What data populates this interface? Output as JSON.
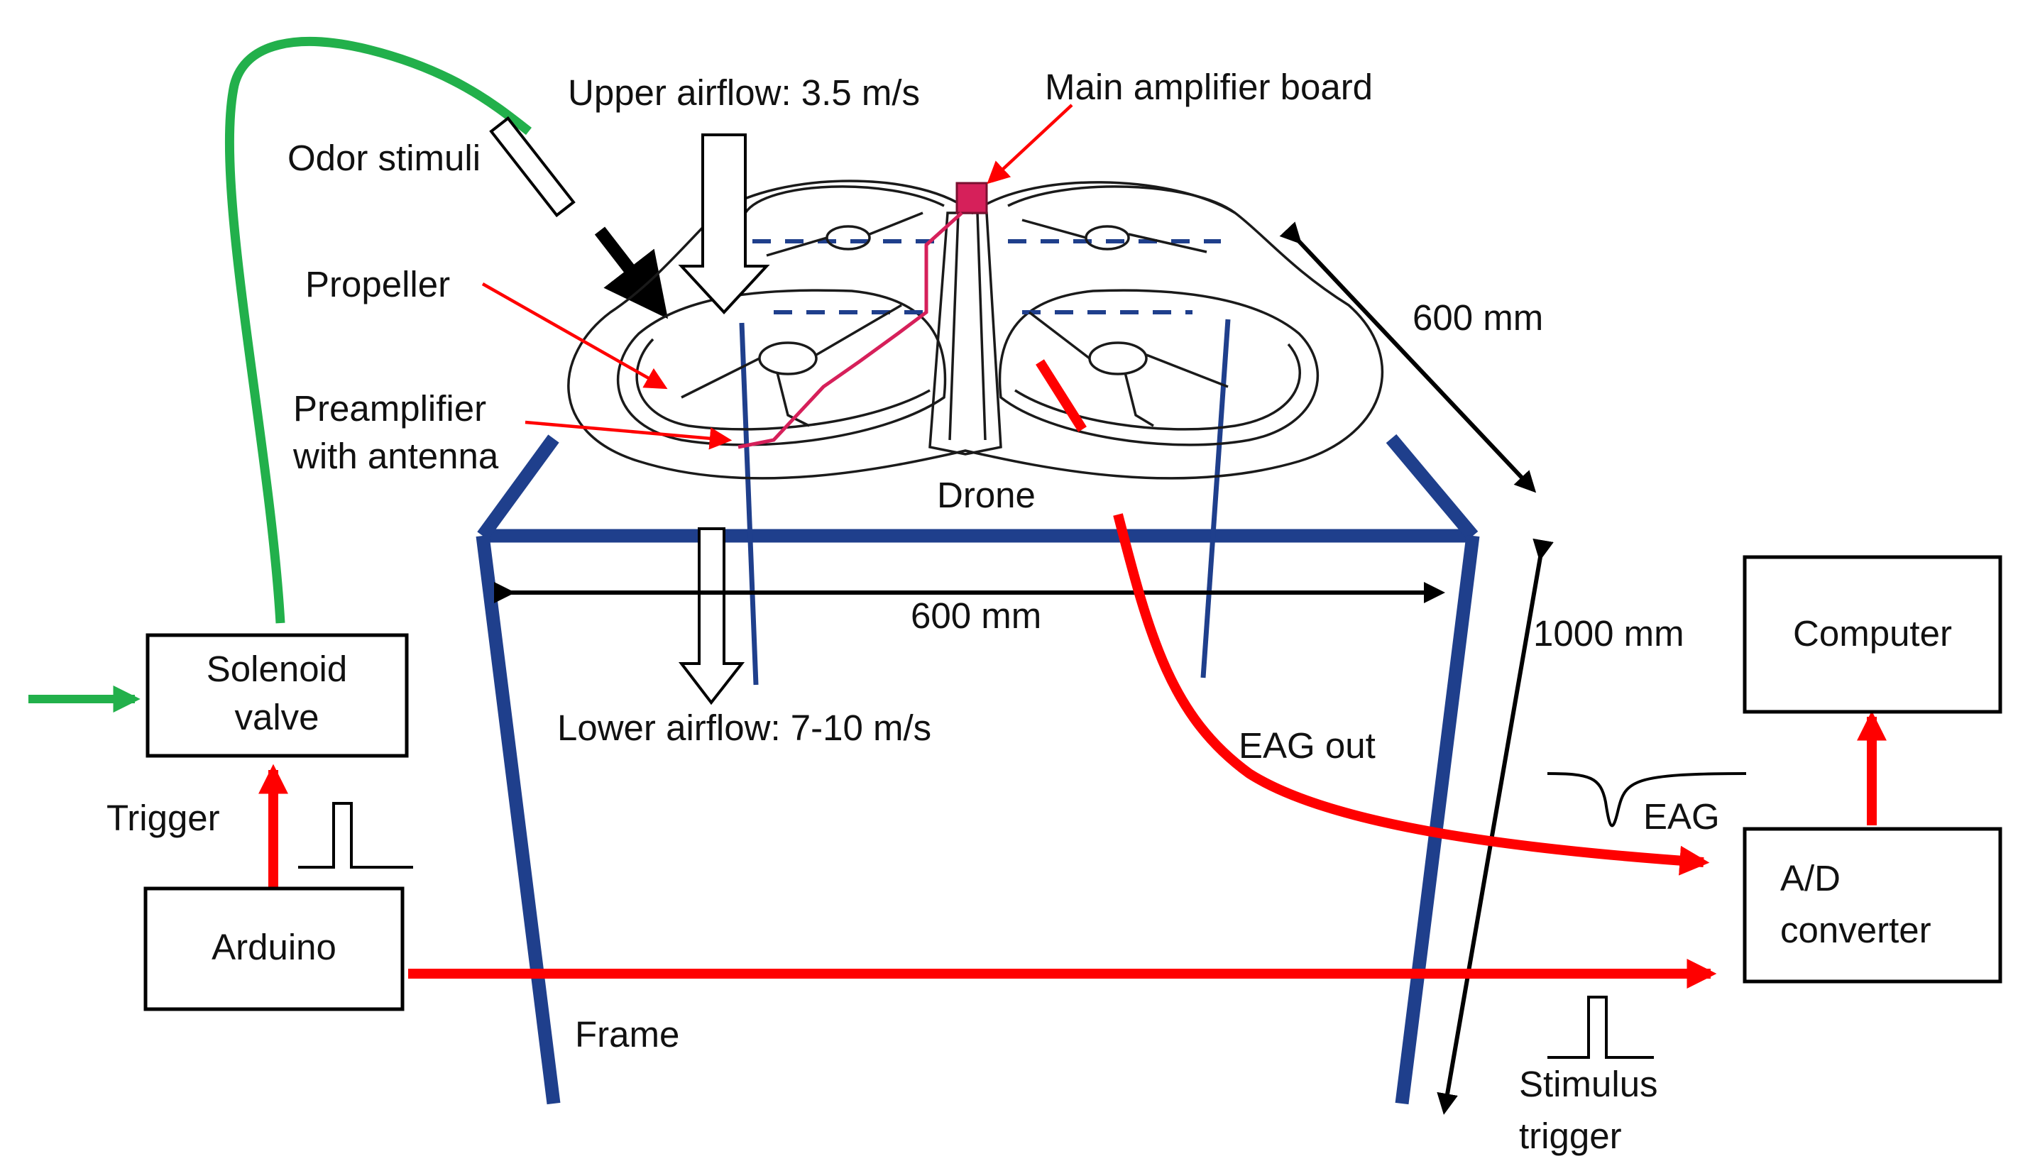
{
  "labels": {
    "upper_airflow": "Upper airflow: 3.5 m/s",
    "main_amplifier": "Main amplifier board",
    "odor_stimuli": "Odor stimuli",
    "propeller": "Propeller",
    "preamp_line1": "Preamplifier",
    "preamp_line2": "with antenna",
    "drone": "Drone",
    "dim_600_depth": "600 mm",
    "dim_600_width": "600 mm",
    "dim_1000": "1000 mm",
    "lower_airflow": "Lower airflow: 7-10 m/s",
    "eag_out": "EAG out",
    "eag": "EAG",
    "frame": "Frame",
    "stimulus_line1": "Stimulus",
    "stimulus_line2": "trigger",
    "trigger": "Trigger"
  },
  "boxes": {
    "solenoid_line1": "Solenoid",
    "solenoid_line2": "valve",
    "arduino": "Arduino",
    "computer": "Computer",
    "ad_line1": "A/D",
    "ad_line2": "converter"
  },
  "colors": {
    "signal_arrow": "#ff0000",
    "odor_tube": "#22b04b",
    "frame": "#1f3f8c",
    "amplifier_board": "#d6205a",
    "preamp_wire": "#d6205a"
  }
}
